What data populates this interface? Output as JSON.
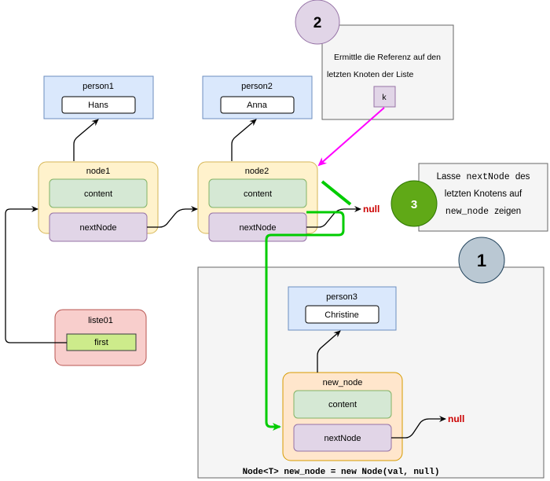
{
  "colors": {
    "person_fill": "#dae8fc",
    "person_stroke": "#6c8ebf",
    "node_fill": "#fff2cc",
    "node_stroke": "#d6b656",
    "new_node_fill": "#ffe6cc",
    "new_node_stroke": "#d79b00",
    "content_fill": "#d5e8d4",
    "content_stroke": "#82b366",
    "next_fill": "#e1d5e7",
    "next_stroke": "#9673a6",
    "liste_fill": "#f8cecc",
    "liste_stroke": "#b85450",
    "first_fill": "#cdeb8b",
    "first_stroke": "#36393d",
    "panel_fill": "#f5f5f5",
    "panel_stroke": "#666666",
    "null_color": "#cc0000",
    "green_arrow": "#00cc00",
    "magenta_arrow": "#ff00ff",
    "step1_fill": "#bac8d3",
    "step2_fill": "#e1d5e7",
    "step3_fill": "#60a917"
  },
  "person1": {
    "title": "person1",
    "value": "Hans"
  },
  "person2": {
    "title": "person2",
    "value": "Anna"
  },
  "person3": {
    "title": "person3",
    "value": "Christine"
  },
  "node1": {
    "title": "node1",
    "content": "content",
    "next": "nextNode"
  },
  "node2": {
    "title": "node2",
    "content": "content",
    "next": "nextNode"
  },
  "new_node": {
    "title": "new_node",
    "content": "content",
    "next": "nextNode"
  },
  "liste01": {
    "title": "liste01",
    "first": "first"
  },
  "null_label": "null",
  "step1": {
    "number": "1",
    "code": "Node<T> new_node = new Node(val, null)"
  },
  "step2": {
    "number": "2",
    "line1": "Ermittle die Referenz auf den",
    "line2": "letzten Knoten der Liste",
    "ref": "k"
  },
  "step3": {
    "number": "3",
    "w1": "Lasse",
    "w2": "nextNode",
    "w3": "des",
    "line2": "letzten Knotens auf",
    "w4": "new_node",
    "w5": "zeigen"
  }
}
